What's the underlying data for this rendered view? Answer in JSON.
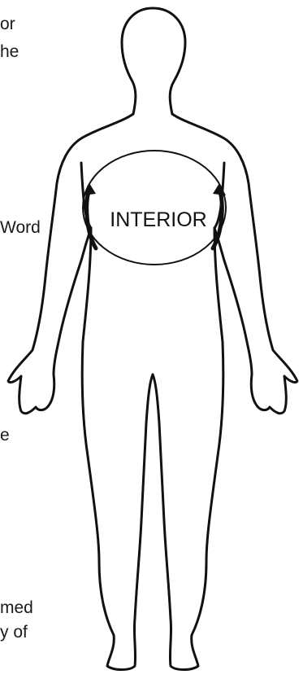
{
  "diagram": {
    "center_label": "INTERIOR",
    "side_fragments": [
      "or",
      "he",
      "Word",
      "e",
      "med",
      "y of"
    ],
    "colors": {
      "stroke": "#111111",
      "background": "#ffffff"
    }
  }
}
